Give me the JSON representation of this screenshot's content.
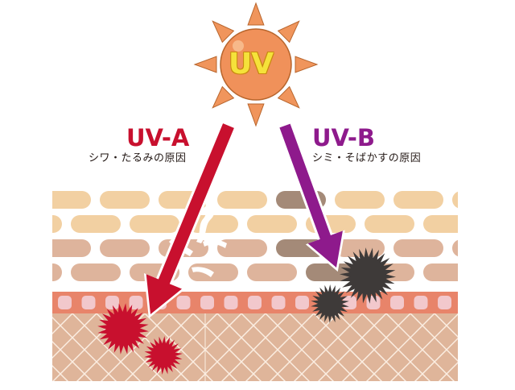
{
  "sun": {
    "label": "UV",
    "colors": {
      "disc": "#f0915a",
      "outline": "#b8652c",
      "rays": "#f0955c",
      "text": "#f5e23a",
      "text_outline": "#c88a10",
      "highlight": "#f7b98a"
    }
  },
  "uva": {
    "title": "UV-A",
    "subtitle": "シワ・たるみの原因",
    "color": "#c8102e"
  },
  "uvb": {
    "title": "UV-B",
    "subtitle": "シミ・そばかすの原因",
    "color": "#8e1a8c"
  },
  "skin": {
    "colors": {
      "brick_upper": "#f2d0a2",
      "brick_lower": "#deb49c",
      "brick_pigment": "#a48a78",
      "basal_band": "#e8846a",
      "basal_cell": "#f2c8cc",
      "dermis": "#dfb59a",
      "dermis_lines": "#fbeee2",
      "damage_red": "#c8102e",
      "melanin": "#3e3a39"
    }
  }
}
